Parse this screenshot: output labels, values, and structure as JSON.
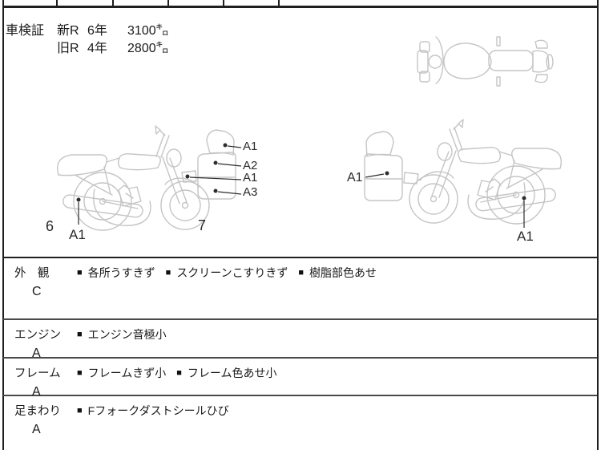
{
  "inspection": {
    "label": "車検証",
    "rows": [
      {
        "era": "新R",
        "year": "6年",
        "odometer": "3100㌔"
      },
      {
        "era": "旧R",
        "year": "4年",
        "odometer": "2800㌔"
      }
    ]
  },
  "glyphs": {
    "bullet": "■"
  },
  "diagram": {
    "left_bike": {
      "rear_label": "6",
      "muffler_label": "A1",
      "front_label": "7",
      "screen_labels": [
        "A1",
        "A2",
        "A1",
        "A3"
      ]
    },
    "right_bike": {
      "box_label": "A1",
      "muffler_label": "A1"
    }
  },
  "sections": [
    {
      "name": "外　観",
      "grade": "C",
      "items": [
        "各所うすきず",
        "スクリーンこすりきず",
        "樹脂部色あせ"
      ]
    },
    {
      "name": "エンジン",
      "grade": "A",
      "items": [
        "エンジン音極小"
      ]
    },
    {
      "name": "フレーム",
      "grade": "A",
      "items": [
        "フレームきず小",
        "フレーム色あせ小"
      ]
    },
    {
      "name": "足まわり",
      "grade": "A",
      "items": [
        "Fフォークダストシールひび"
      ]
    }
  ],
  "colors": {
    "sketch_line": "#c5c5c5",
    "label_ink": "#2d2d2d",
    "border": "#1f1f1f",
    "text": "#1a1a1a"
  }
}
